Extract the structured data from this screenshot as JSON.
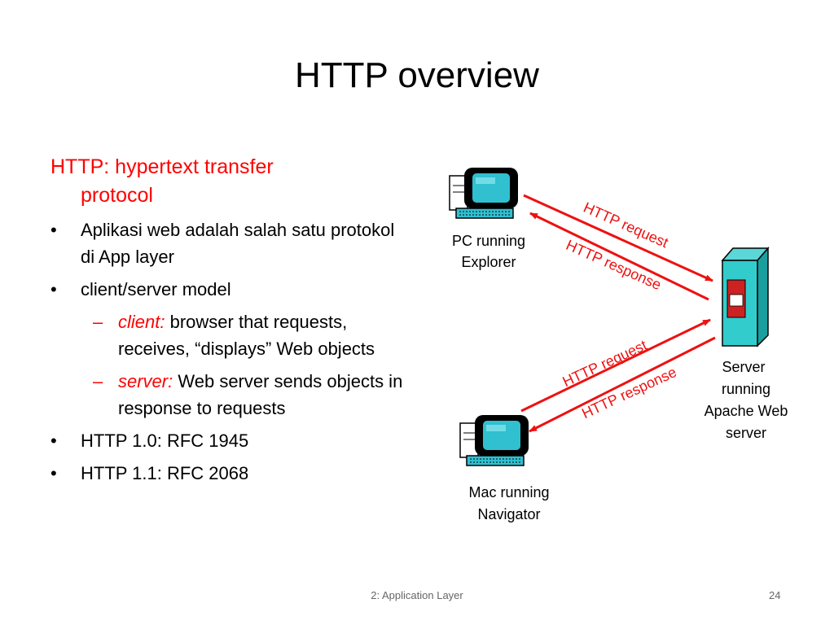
{
  "slide": {
    "title": "HTTP overview",
    "lead_line1": "HTTP: hypertext transfer",
    "lead_line2": "protocol",
    "bullet_symbol": "•",
    "dash_symbol": "–",
    "bullets": [
      {
        "text": "Aplikasi web adalah salah satu protokol di App layer"
      },
      {
        "text": "client/server model"
      }
    ],
    "sub_bullets": [
      {
        "keyword": "client:",
        "text": " browser that requests, receives, “displays” Web objects"
      },
      {
        "keyword": "server:",
        "text": " Web server sends objects in response to requests"
      }
    ],
    "bullets_after": [
      {
        "text": "HTTP 1.0: RFC 1945"
      },
      {
        "text": "HTTP 1.1: RFC 2068"
      }
    ]
  },
  "diagram": {
    "pc_label_line1": "PC running",
    "pc_label_line2": "Explorer",
    "mac_label_line1": "Mac running",
    "mac_label_line2": "Navigator",
    "server_label_line1": "Server",
    "server_label_line2": "running",
    "server_label_line3": "Apache Web",
    "server_label_line4": "server",
    "http_request": "HTTP request",
    "http_response": "HTTP response",
    "arrow_color": "#ee1111",
    "server_color": "#33cccc"
  },
  "footer": {
    "center": "2: Application Layer",
    "page": "24"
  }
}
